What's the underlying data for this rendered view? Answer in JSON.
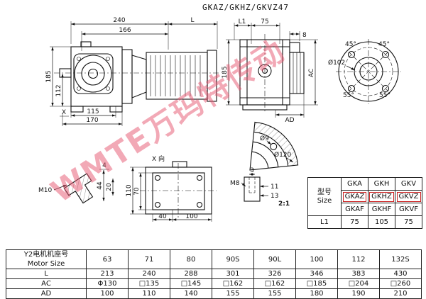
{
  "page": {
    "title": "GKAZ/GKHZ/GKVZ47",
    "watermark": "WMTE万玛特传动"
  },
  "colors": {
    "line": "#111111",
    "watermark": "#e75570",
    "highlight": "#cc2222"
  },
  "side_view": {
    "d240": "240",
    "dL": "L",
    "d166": "166",
    "d185": "185",
    "d112": "112",
    "d115": "115",
    "d170": "170",
    "dX": "X"
  },
  "front_view": {
    "dL1": "L1",
    "d75": "75",
    "d8": "8",
    "d185": "185",
    "dAC": "AC",
    "dAD": "AD"
  },
  "flange_view": {
    "d102": "Ø102",
    "a45l": "45°",
    "a45r": "45°",
    "a55l": "55°",
    "a55r": "55°"
  },
  "detail_view": {
    "d9": "Ø9",
    "d120": "Ø120",
    "dM8": "M8",
    "d3": "3",
    "d11": "11",
    "d13": "13",
    "scale": "2:1"
  },
  "bracket_view": {
    "dM10": "M10",
    "d44": "44",
    "d20": "20",
    "d4": "4"
  },
  "x_view": {
    "label": "X 向",
    "d110": "110",
    "d70": "70",
    "d40": "40",
    "d100": "100"
  },
  "size_table": {
    "header_cn": "型号",
    "header_en": "Size",
    "rows": [
      [
        "GKA",
        "GKH",
        "GKV"
      ],
      [
        "GKAZ",
        "GKHZ",
        "GKVZ"
      ],
      [
        "GKAF",
        "GKHF",
        "GKVF"
      ]
    ],
    "l1_label": "L1",
    "l1_values": [
      "75",
      "105",
      "75"
    ]
  },
  "motor_table": {
    "header_cn": "Y2电机机座号",
    "header_en": "Motor Size",
    "frames": [
      "63",
      "71",
      "80",
      "90S",
      "90L",
      "100",
      "112",
      "132S"
    ],
    "rows": [
      {
        "label": "L",
        "values": [
          "213",
          "240",
          "288",
          "301",
          "326",
          "346",
          "383",
          "430"
        ]
      },
      {
        "label": "AC",
        "values": [
          "Φ130",
          "□135",
          "□145",
          "□162",
          "□162",
          "□185",
          "□204",
          "□260"
        ]
      },
      {
        "label": "AD",
        "values": [
          "100",
          "110",
          "140",
          "155",
          "155",
          "180",
          "190",
          "210"
        ]
      }
    ]
  }
}
